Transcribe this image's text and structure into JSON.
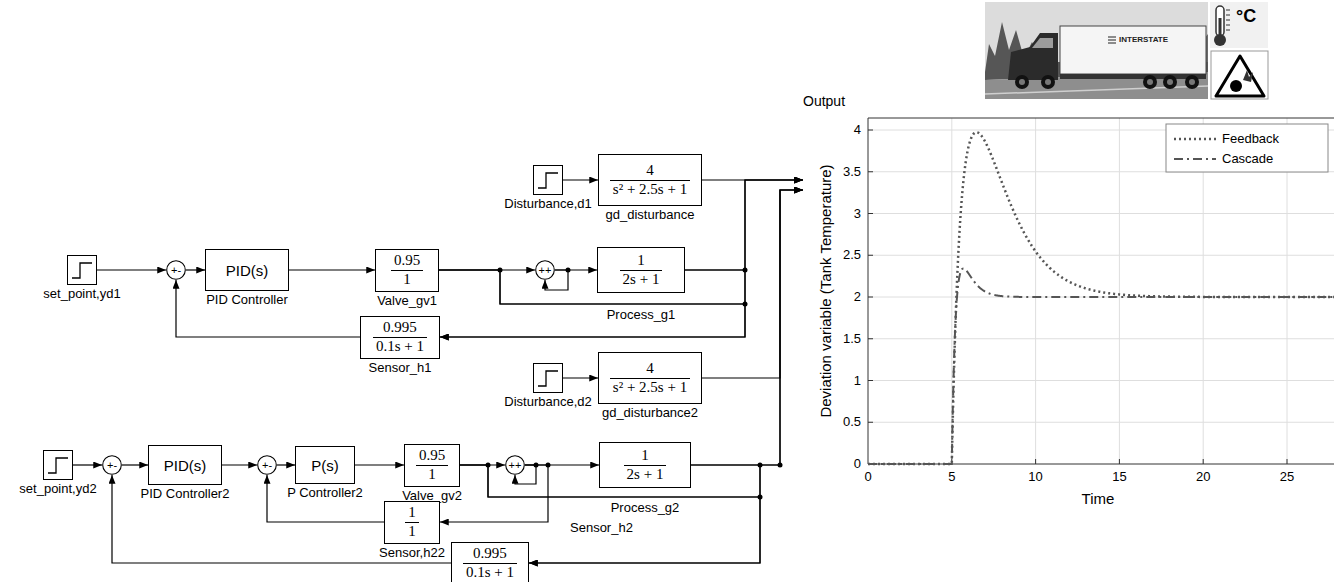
{
  "diagram": {
    "nodes": [
      {
        "text": [
          "Disturbance,d1"
        ]
      },
      {
        "text": [
          "4",
          "s² + 2.5s + 1",
          "gd_disturbance"
        ]
      },
      {
        "text": [
          "set_point,yd1"
        ]
      },
      {
        "text": [
          "+-"
        ]
      },
      {
        "text": [
          "PID(s)",
          "PID Controller"
        ]
      },
      {
        "text": [
          "0.95",
          "1",
          "Valve_gv1"
        ]
      },
      {
        "text": [
          "++"
        ]
      },
      {
        "text": [
          "1",
          "2s + 1",
          "Process_g1"
        ]
      },
      {
        "text": [
          "0.995",
          "0.1s + 1",
          "Sensor_h1"
        ]
      },
      {
        "text": [
          "Disturbance,d2"
        ]
      },
      {
        "text": [
          "4",
          "s² + 2.5s + 1",
          "gd_disturbance2"
        ]
      },
      {
        "text": [
          "set_point,yd2"
        ]
      },
      {
        "text": [
          "+-"
        ]
      },
      {
        "text": [
          "PID(s)",
          "PID Controller2"
        ]
      },
      {
        "text": [
          "+-"
        ]
      },
      {
        "text": [
          "P(s)",
          "P Controller2"
        ]
      },
      {
        "text": [
          "0.95",
          "1",
          "Valve_gv2"
        ]
      },
      {
        "text": [
          "++"
        ]
      },
      {
        "text": [
          "1",
          "2s + 1",
          "Process_g2"
        ]
      },
      {
        "text": [
          "1",
          "1",
          "Sensor,h22"
        ]
      },
      {
        "text": [
          "0.995",
          "0.1s + 1",
          "Sensor_h2"
        ]
      },
      {
        "text": [
          "Output"
        ]
      }
    ],
    "edges": [
      {
        "from": 0,
        "to": 1,
        "arrow": "to"
      },
      {
        "from": 2,
        "to": 3,
        "arrow": "to"
      },
      {
        "from": 3,
        "to": 4,
        "arrow": "to"
      },
      {
        "from": 4,
        "to": 5,
        "arrow": "to"
      },
      {
        "from": 5,
        "to": 6,
        "arrow": "to"
      },
      {
        "from": 6,
        "to": 7,
        "arrow": "to"
      },
      {
        "from": 6,
        "to": 6,
        "arrow": "to"
      },
      {
        "from": 7,
        "to": 21,
        "arrow": "to"
      },
      {
        "from": 7,
        "to": 8,
        "arrow": "to"
      },
      {
        "from": 5,
        "to": 21,
        "arrow": "to"
      },
      {
        "from": 5,
        "to": 8,
        "arrow": "to"
      },
      {
        "from": 8,
        "to": 3,
        "arrow": "to"
      },
      {
        "from": 1,
        "to": 21,
        "arrow": "to"
      },
      {
        "from": 9,
        "to": 10,
        "arrow": "to"
      },
      {
        "from": 11,
        "to": 12,
        "arrow": "to"
      },
      {
        "from": 12,
        "to": 13,
        "arrow": "to"
      },
      {
        "from": 13,
        "to": 14,
        "arrow": "to"
      },
      {
        "from": 14,
        "to": 15,
        "arrow": "to"
      },
      {
        "from": 15,
        "to": 16,
        "arrow": "to"
      },
      {
        "from": 16,
        "to": 17,
        "arrow": "to"
      },
      {
        "from": 17,
        "to": 18,
        "arrow": "to"
      },
      {
        "from": 17,
        "to": 17,
        "arrow": "to"
      },
      {
        "from": 17,
        "to": 19,
        "arrow": "to"
      },
      {
        "from": 19,
        "to": 14,
        "arrow": "to"
      },
      {
        "from": 18,
        "to": 21,
        "arrow": "to"
      },
      {
        "from": 18,
        "to": 20,
        "arrow": "to"
      },
      {
        "from": 16,
        "to": 21,
        "arrow": "to"
      },
      {
        "from": 16,
        "to": 20,
        "arrow": "to"
      },
      {
        "from": 20,
        "to": 12,
        "arrow": "to"
      },
      {
        "from": 10,
        "to": 21,
        "arrow": "to"
      }
    ],
    "labels": [
      "°C",
      "INTERSTATE",
      "0",
      "0.5",
      "1",
      "1.5",
      "2",
      "2.5",
      "3",
      "3.5",
      "4",
      "0",
      "5",
      "10",
      "15",
      "20",
      "25",
      "Deviation variable (Tank Temperature)",
      "Time"
    ],
    "legend": [
      {
        "text": "Feedback"
      },
      {
        "text": "Cascade"
      }
    ]
  }
}
